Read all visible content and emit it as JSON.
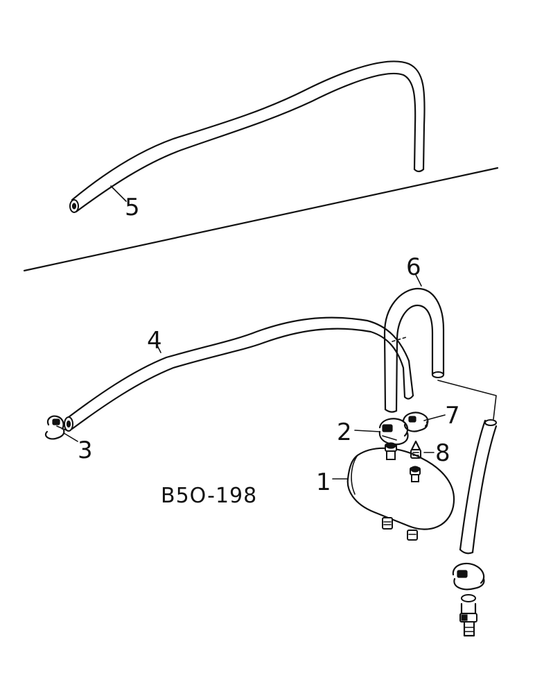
{
  "figure": {
    "code": "B5O-198"
  },
  "callouts": [
    {
      "id": "1",
      "text": "1"
    },
    {
      "id": "2",
      "text": "2"
    },
    {
      "id": "3",
      "text": "3"
    },
    {
      "id": "4",
      "text": "4"
    },
    {
      "id": "5",
      "text": "5"
    },
    {
      "id": "6",
      "text": "6"
    },
    {
      "id": "7",
      "text": "7"
    },
    {
      "id": "8",
      "text": "8"
    }
  ]
}
